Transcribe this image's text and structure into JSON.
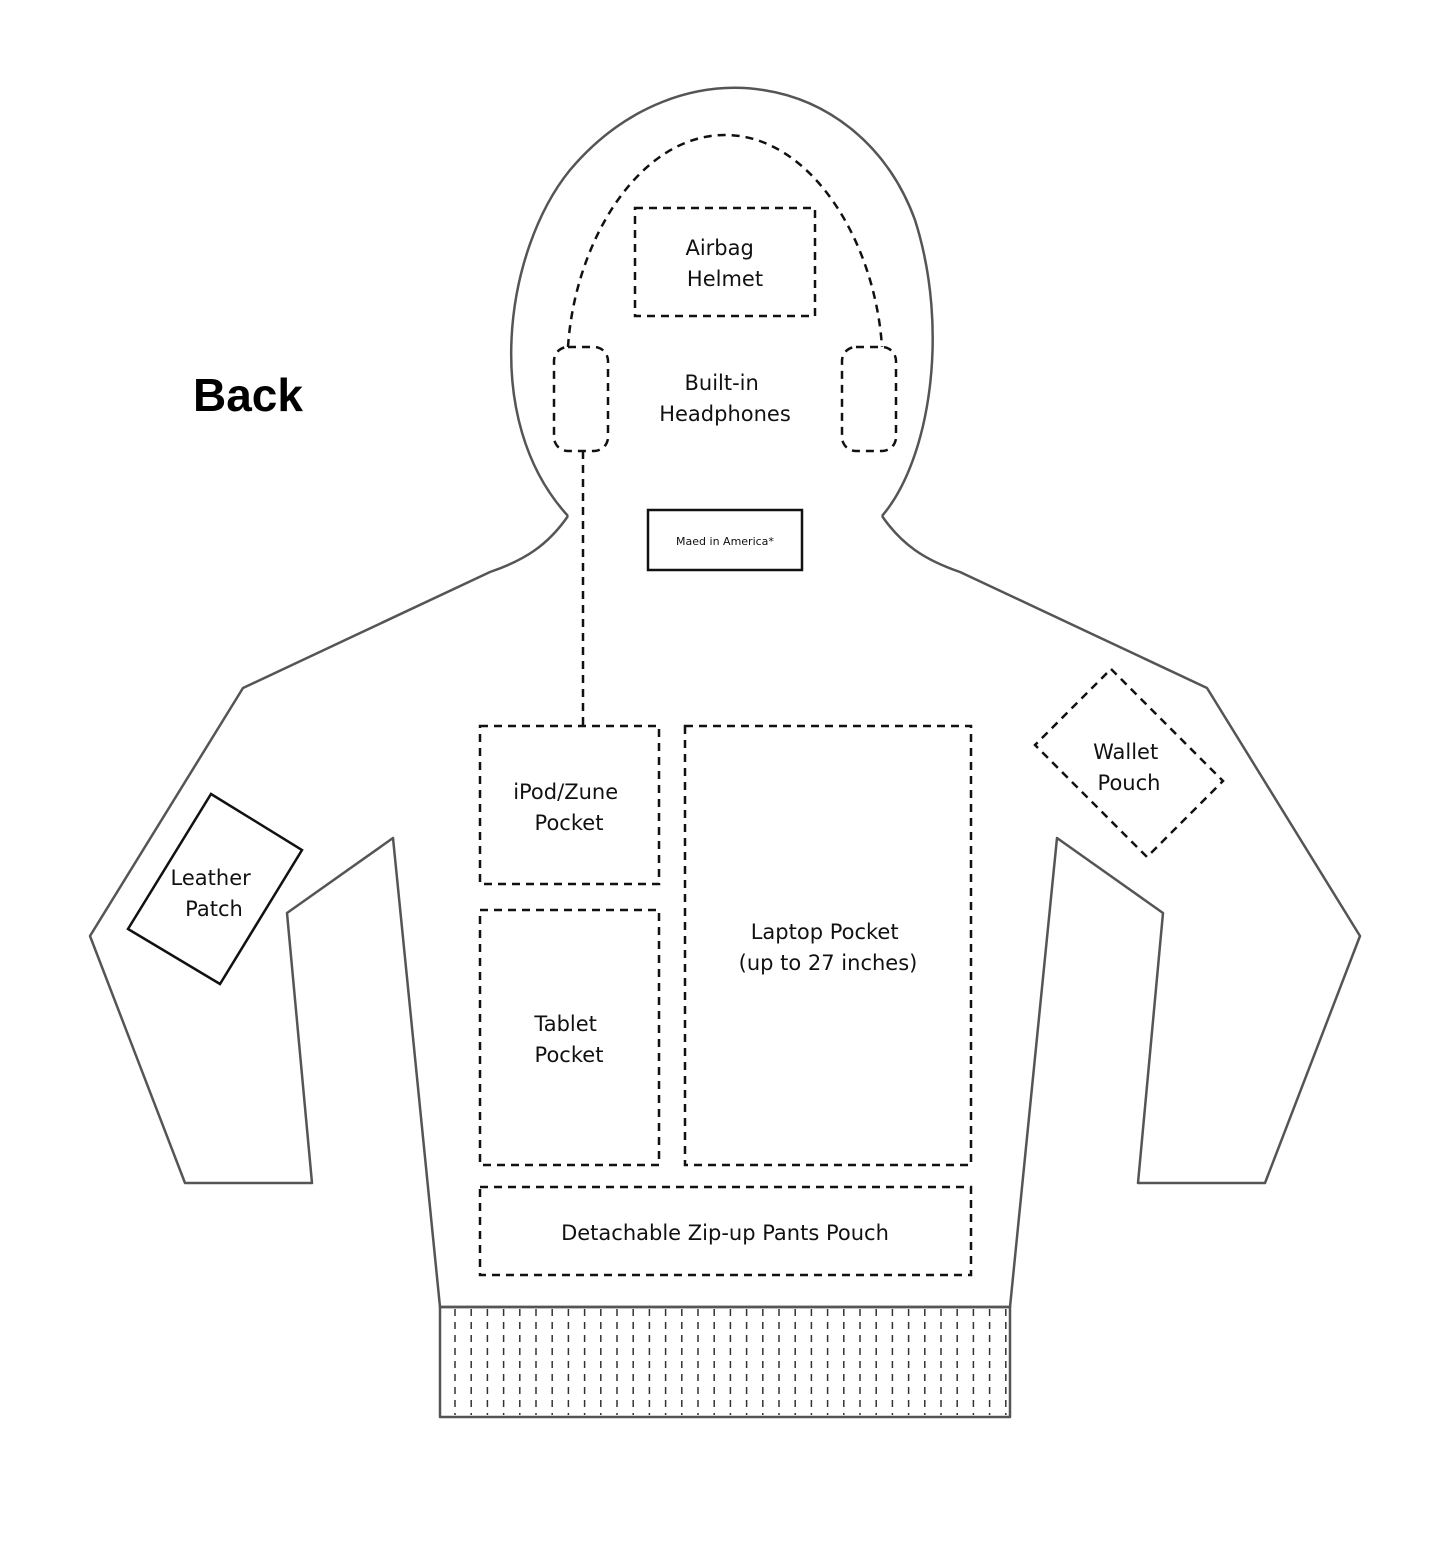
{
  "title": "Back",
  "labels": {
    "airbag_helmet": [
      "Airbag",
      "Helmet"
    ],
    "headphones": [
      "Built-in",
      "Headphones"
    ],
    "tag": "Maed in America*",
    "ipod_pocket": [
      "iPod/Zune",
      "Pocket"
    ],
    "tablet_pocket": [
      "Tablet",
      "Pocket"
    ],
    "laptop_pocket": [
      "Laptop Pocket",
      "(up to 27 inches)"
    ],
    "pants_pouch": "Detachable Zip-up Pants Pouch",
    "wallet_pouch": [
      "Wallet",
      "Pouch"
    ],
    "leather_patch": [
      "Leather",
      "Patch"
    ]
  },
  "colors": {
    "outline": "#555555",
    "dashed_feature": "#111111",
    "background": "#ffffff"
  }
}
